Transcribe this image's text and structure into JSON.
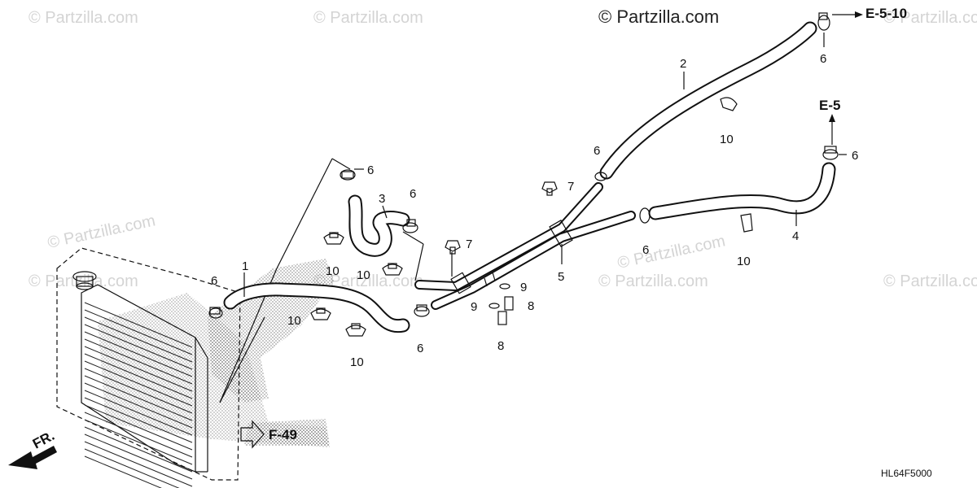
{
  "watermark": {
    "text": "© Partzilla.com"
  },
  "diagram_code": "HL64F5000",
  "references": {
    "e510": "E-5-10",
    "e5": "E-5",
    "f49": "F-49",
    "front": "FR."
  },
  "labels": [
    {
      "id": "c1",
      "text": "1"
    },
    {
      "id": "c2",
      "text": "2"
    },
    {
      "id": "c3",
      "text": "3"
    },
    {
      "id": "c4",
      "text": "4"
    },
    {
      "id": "c5",
      "text": "5"
    },
    {
      "id": "c6a",
      "text": "6"
    },
    {
      "id": "c6b",
      "text": "6"
    },
    {
      "id": "c6c",
      "text": "6"
    },
    {
      "id": "c6d",
      "text": "6"
    },
    {
      "id": "c6e",
      "text": "6"
    },
    {
      "id": "c6f",
      "text": "6"
    },
    {
      "id": "c6g",
      "text": "6"
    },
    {
      "id": "c6h",
      "text": "6"
    },
    {
      "id": "c7a",
      "text": "7"
    },
    {
      "id": "c7b",
      "text": "7"
    },
    {
      "id": "c8a",
      "text": "8"
    },
    {
      "id": "c8b",
      "text": "8"
    },
    {
      "id": "c9a",
      "text": "9"
    },
    {
      "id": "c9b",
      "text": "9"
    },
    {
      "id": "c10a",
      "text": "10"
    },
    {
      "id": "c10b",
      "text": "10"
    },
    {
      "id": "c10c",
      "text": "10"
    },
    {
      "id": "c10d",
      "text": "10"
    },
    {
      "id": "c10e",
      "text": "10"
    },
    {
      "id": "c10f",
      "text": "10"
    }
  ]
}
